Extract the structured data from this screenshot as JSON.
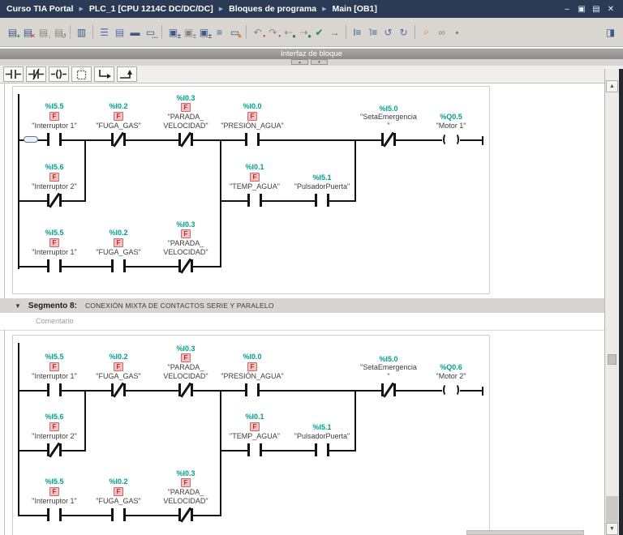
{
  "window": {
    "title_parts": [
      "Curso TIA Portal",
      "PLC_1 [CPU 1214C DC/DC/DC]",
      "Bloques de programa",
      "Main [OB1]"
    ],
    "separator": "▶",
    "controls": [
      {
        "name": "minimize",
        "glyph": "–"
      },
      {
        "name": "restore",
        "glyph": "▣"
      },
      {
        "name": "maximize",
        "glyph": "▤"
      },
      {
        "name": "close",
        "glyph": "✕"
      }
    ]
  },
  "toolbar": {
    "icons": [
      {
        "name": "insert-row",
        "glyph": "▤",
        "badge": "+"
      },
      {
        "name": "delete-row",
        "glyph": "▤",
        "badge": "✕"
      },
      {
        "name": "insert-row-after",
        "glyph": "▤",
        "badge": "↓"
      },
      {
        "name": "reset-layout",
        "glyph": "▤",
        "badge": "↺"
      },
      {
        "name": "block-navigation",
        "glyph": "▥",
        "badge": ""
      },
      {
        "name": "expand-networks",
        "glyph": "☰",
        "badge": ""
      },
      {
        "name": "collapse-networks",
        "glyph": "▤",
        "badge": ""
      },
      {
        "name": "absolute-operands",
        "glyph": "▬",
        "badge": ""
      },
      {
        "name": "network-comments",
        "glyph": "▭",
        "badge": "…"
      },
      {
        "name": "insert-and-box",
        "glyph": "▣",
        "badge": "±"
      },
      {
        "name": "insert-or-box",
        "glyph": "▣",
        "badge": "±"
      },
      {
        "name": "insert-assign-box",
        "glyph": "▣",
        "badge": "±"
      },
      {
        "name": "show-branches",
        "glyph": "≡",
        "badge": ""
      },
      {
        "name": "favorites",
        "glyph": "▭",
        "badge": "★"
      },
      {
        "name": "undo",
        "glyph": "↶",
        "badge": "•"
      },
      {
        "name": "redo",
        "glyph": "↷",
        "badge": "•"
      },
      {
        "name": "jump-back",
        "glyph": "⇠",
        "badge": "●"
      },
      {
        "name": "jump-forward",
        "glyph": "⇢",
        "badge": "●"
      },
      {
        "name": "compile",
        "glyph": "✔",
        "badge": ""
      },
      {
        "name": "go-to-error",
        "glyph": "→",
        "badge": ""
      },
      {
        "name": "switch-on",
        "glyph": "l≡",
        "badge": ""
      },
      {
        "name": "switch-off",
        "glyph": "˥≡",
        "badge": ""
      },
      {
        "name": "go-online",
        "glyph": "↺",
        "badge": ""
      },
      {
        "name": "go-offline",
        "glyph": "↻",
        "badge": ""
      },
      {
        "name": "find-in-project",
        "glyph": "⌕",
        "badge": ""
      },
      {
        "name": "monitoring-glasses",
        "glyph": "∞",
        "badge": ""
      },
      {
        "name": "lock",
        "glyph": "▪",
        "badge": ""
      }
    ],
    "right_icon": {
      "name": "split-editor",
      "glyph": "◨"
    }
  },
  "block_interface_bar": {
    "label": "Interfaz de bloque",
    "collapse_up": "▴",
    "collapse_down": "▾"
  },
  "ladder_toolbar": {
    "buttons": [
      "open-contact",
      "closed-contact",
      "coil",
      "empty-box",
      "open-branch",
      "close-branch"
    ]
  },
  "segment8": {
    "marker": "▼",
    "label": "Segmento 8:",
    "title": "CONEXIÓN MIXTA DE CONTACTOS SERIE Y PARALELO",
    "comment_placeholder": "Comentario"
  },
  "networks": [
    {
      "devices": [
        {
          "address": "%I5.5",
          "badge": "F",
          "name": "\"Interruptor 1\"",
          "type": "NO"
        },
        {
          "address": "%I0.2",
          "badge": "F",
          "name": "\"FUGA_GAS\"",
          "type": "NC"
        },
        {
          "address": "%I0.3",
          "badge": "F",
          "name": "\"PARADA_\nVELOCIDAD\"",
          "type": "NC"
        },
        {
          "address": "%I0.0",
          "badge": "F",
          "name": "\"PRESIÓN_AGUA\"",
          "type": "NO"
        },
        {
          "address": "%I5.0",
          "name": "\"SetaEmergencia\n\"",
          "type": "NC"
        },
        {
          "address": "%Q0.5",
          "name": "\"Motor 1\"",
          "type": "coil"
        },
        {
          "address": "%I5.6",
          "badge": "F",
          "name": "\"Interruptor 2\"",
          "type": "NC"
        },
        {
          "address": "%I0.1",
          "badge": "F",
          "name": "\"TEMP_AGUA\"",
          "type": "NO"
        },
        {
          "address": "%I5.1",
          "name": "\"PulsadorPuerta\"",
          "type": "NO"
        },
        {
          "address": "%I5.5",
          "badge": "F",
          "name": "\"Interruptor 1\"",
          "type": "NO"
        },
        {
          "address": "%I0.2",
          "badge": "F",
          "name": "\"FUGA_GAS\"",
          "type": "NO"
        },
        {
          "address": "%I0.3",
          "badge": "F",
          "name": "\"PARADA_\nVELOCIDAD\"",
          "type": "NC"
        }
      ]
    },
    {
      "devices": [
        {
          "address": "%I5.5",
          "badge": "F",
          "name": "\"Interruptor 1\"",
          "type": "NO"
        },
        {
          "address": "%I0.2",
          "badge": "F",
          "name": "\"FUGA_GAS\"",
          "type": "NC"
        },
        {
          "address": "%I0.3",
          "badge": "F",
          "name": "\"PARADA_\nVELOCIDAD\"",
          "type": "NC"
        },
        {
          "address": "%I0.0",
          "badge": "F",
          "name": "\"PRESIÓN_AGUA\"",
          "type": "NO"
        },
        {
          "address": "%I5.0",
          "name": "\"SetaEmergencia\n\"",
          "type": "NC"
        },
        {
          "address": "%Q0.6",
          "name": "\"Motor 2\"",
          "type": "coil"
        },
        {
          "address": "%I5.6",
          "badge": "F",
          "name": "\"Interruptor 2\"",
          "type": "NC"
        },
        {
          "address": "%I0.1",
          "badge": "F",
          "name": "\"TEMP_AGUA\"",
          "type": "NO"
        },
        {
          "address": "%I5.1",
          "name": "\"PulsadorPuerta\"",
          "type": "NO"
        },
        {
          "address": "%I5.5",
          "badge": "F",
          "name": "\"Interruptor 1\"",
          "type": "NO"
        },
        {
          "address": "%I0.2",
          "badge": "F",
          "name": "\"FUGA_GAS\"",
          "type": "NO"
        },
        {
          "address": "%I0.3",
          "badge": "F",
          "name": "\"PARADA_\nVELOCIDAD\"",
          "type": "NC"
        }
      ]
    }
  ],
  "scrollbar": {
    "up": "▲",
    "down": "▼"
  },
  "colors": {
    "titlebar": "#2b3a55",
    "address_teal": "#00a08e",
    "badge_red": "#b03030",
    "badge_bg": "#f4bfbf",
    "wire": "#141414"
  }
}
